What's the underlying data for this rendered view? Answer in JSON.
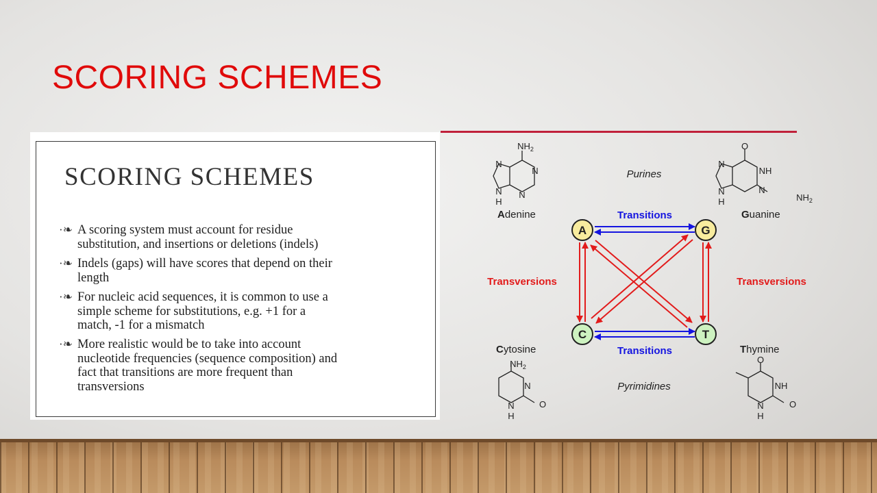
{
  "slide": {
    "title": "SCORING SCHEMES"
  },
  "left_panel": {
    "title": "SCORING SCHEMES",
    "bullet_icon": "swirl-bullet-icon",
    "bullets": [
      {
        "lines": [
          "A scoring system must account for residue",
          "substitution, and insertions or deletions (indels)"
        ]
      },
      {
        "lines": [
          "Indels (gaps) will have scores that depend on their",
          "length"
        ]
      },
      {
        "lines": [
          "For nucleic acid sequences, it is common to use a",
          "simple scheme for substitutions, e.g. +1 for a",
          "match, -1 for a mismatch"
        ]
      },
      {
        "lines": [
          "More realistic would be to take into account",
          "nucleotide frequencies (sequence composition) and",
          "fact that transitions are more frequent than",
          "transversions"
        ]
      }
    ]
  },
  "diagram": {
    "purines_label": "Purines",
    "pyrimidines_label": "Pyrimidines",
    "transitions_top": "Transitions",
    "transitions_bottom": "Transitions",
    "transversions_left": "Transversions",
    "transversions_right": "Transversions",
    "nodes": {
      "a": "A",
      "g": "G",
      "c": "C",
      "t": "T"
    },
    "names": {
      "adenine": {
        "initial": "A",
        "rest": "denine"
      },
      "guanine": {
        "initial": "G",
        "rest": "uanine"
      },
      "cytosine": {
        "initial": "C",
        "rest": "ytosine"
      },
      "thymine": {
        "initial": "T",
        "rest": "hymine"
      }
    },
    "atoms": {
      "n": "N",
      "h": "H",
      "nh": "NH",
      "o": "O",
      "nh2_base": "NH",
      "nh2_sub": "2"
    },
    "colors": {
      "transitions": "#1414e0",
      "transversions": "#e21b1b",
      "purine_node": "#f8ec9e",
      "pyrimidine_node": "#cdf2c0",
      "title": "#e00a0a"
    }
  }
}
